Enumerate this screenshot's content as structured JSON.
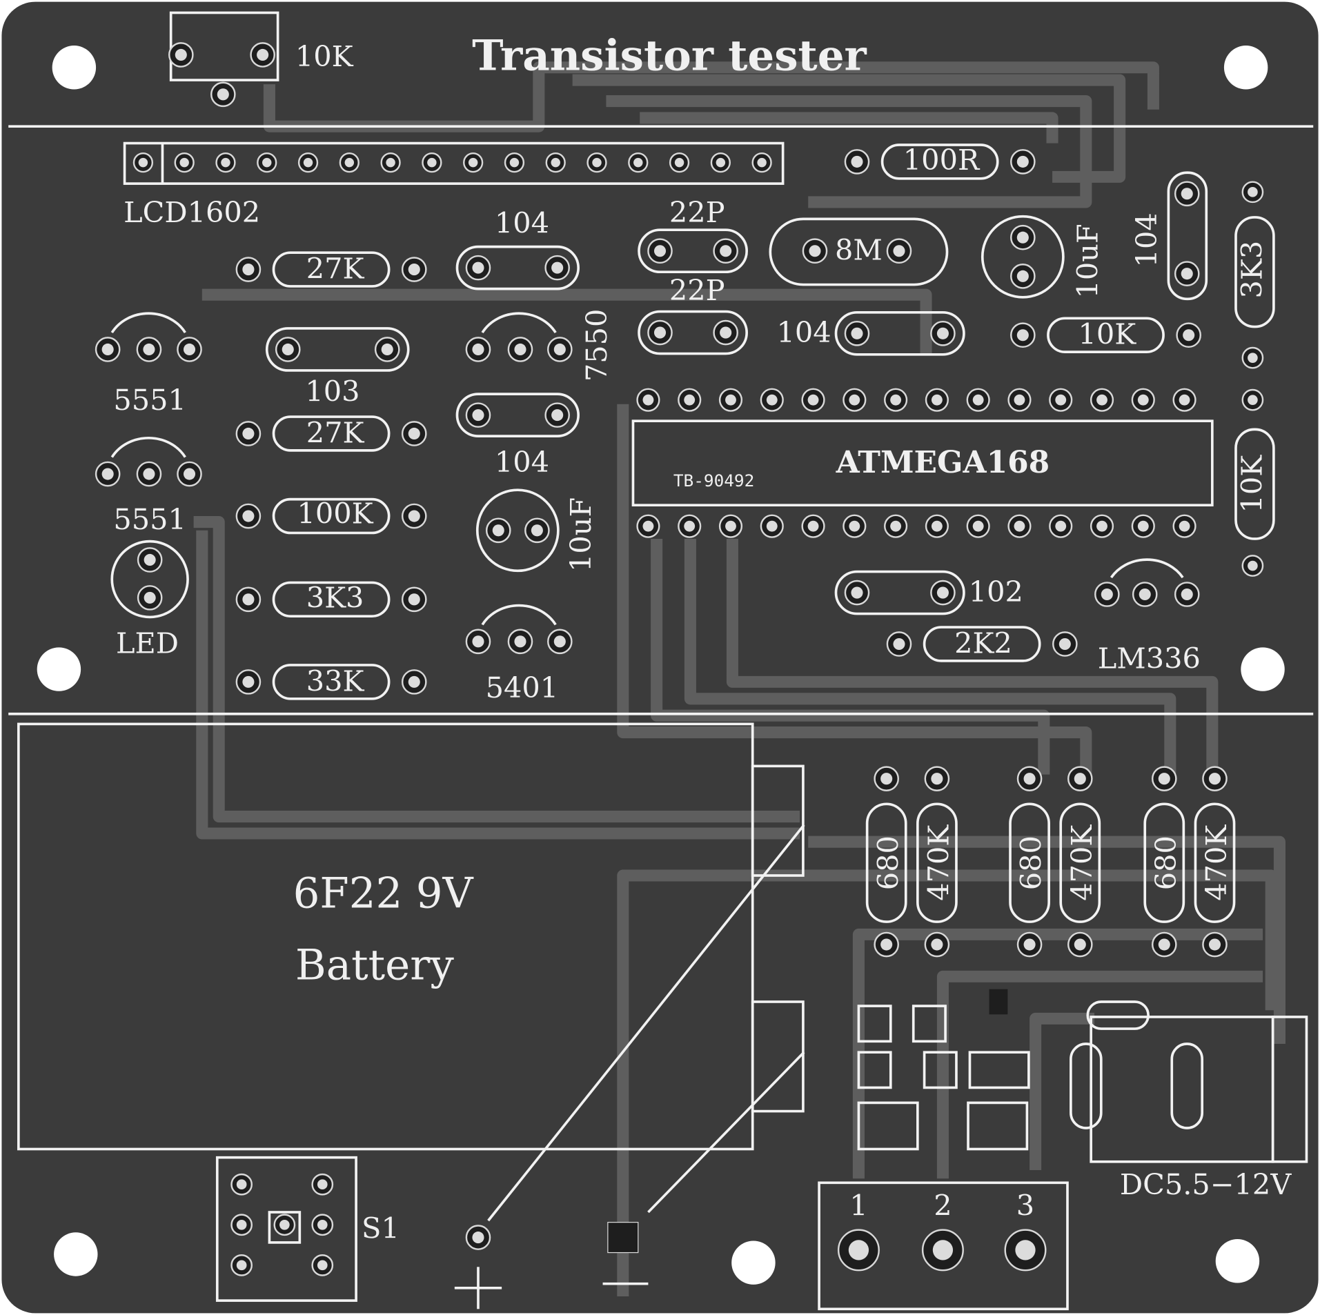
{
  "board": {
    "title": "Transistor tester",
    "colors": {
      "board": "#3b3b3b",
      "silk": "#f2f2f2",
      "trace": "#5e5e5e",
      "hole": "#ffffff",
      "pad": "#1e1e1e"
    },
    "labels": {
      "pot": "10K",
      "lcd": "LCD1602",
      "r100r": "100R",
      "c22p_a": "22P",
      "c22p_b": "22P",
      "xtal": "8M",
      "c10uf_a": "10uF",
      "c104_a": "104",
      "r3k3_a": "3K3",
      "r27k_a": "27K",
      "c104_b": "104",
      "q5551_a": "5551",
      "c103": "103",
      "u7550": "7550",
      "c104_c": "104",
      "r10k_a": "10K",
      "r27k_b": "27K",
      "c104_d": "104",
      "q5551_b": "5551",
      "r100k": "100K",
      "c10uf_b": "10uF",
      "mcu": "ATMEGA168",
      "code": "TB-90492",
      "r10k_b": "10K",
      "r3k3_b": "3K3",
      "led": "LED",
      "c102": "102",
      "r2k2": "2K2",
      "lm336": "LM336",
      "r33k": "33K",
      "q5401": "5401",
      "battery_1": "6F22 9V",
      "battery_2": "Battery",
      "r680_1": "680",
      "r470k_1": "470K",
      "r680_2": "680",
      "r470k_2": "470K",
      "r680_3": "680",
      "r470k_3": "470K",
      "switch": "S1",
      "plus": "+",
      "minus": "−",
      "tp1": "1",
      "tp2": "2",
      "tp3": "3",
      "dc": "DC5.5−12V"
    }
  }
}
